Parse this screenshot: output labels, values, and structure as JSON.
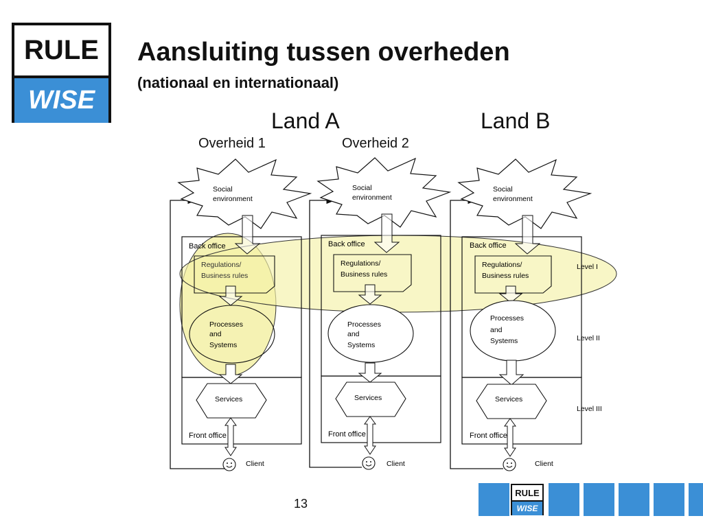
{
  "logo": {
    "top": "RULE",
    "bottom": "WISE"
  },
  "title": "Aansluiting tussen overheden",
  "subtitle": "(nationaal en internationaal)",
  "lands": [
    "Land A",
    "Land B"
  ],
  "governments": [
    "Overheid 1",
    "Overheid 2"
  ],
  "columns": [
    {
      "social": [
        "Social",
        "environment"
      ],
      "back_office": "Back office",
      "rules": [
        "Regulations/",
        "Business rules"
      ],
      "processes": [
        "Processes",
        "and",
        "Systems"
      ],
      "services": "Services",
      "front_office": "Front office",
      "client": "Client"
    },
    {
      "social": [
        "Social",
        "environment"
      ],
      "back_office": "Back office",
      "rules": [
        "Regulations/",
        "Business rules"
      ],
      "processes": [
        "Processes",
        "and",
        "Systems"
      ],
      "services": "Services",
      "front_office": "Front office",
      "client": "Client"
    },
    {
      "social": [
        "Social",
        "environment"
      ],
      "back_office": "Back office",
      "rules": [
        "Regulations/",
        "Business rules"
      ],
      "processes": [
        "Processes",
        "and",
        "Systems"
      ],
      "services": "Services",
      "front_office": "Front office",
      "client": "Client"
    }
  ],
  "levels": [
    "Level I",
    "Level II",
    "Level III"
  ],
  "page_number": "13",
  "colors": {
    "brand_blue": "#3b8fd6",
    "highlight": "#f3f0a0"
  }
}
